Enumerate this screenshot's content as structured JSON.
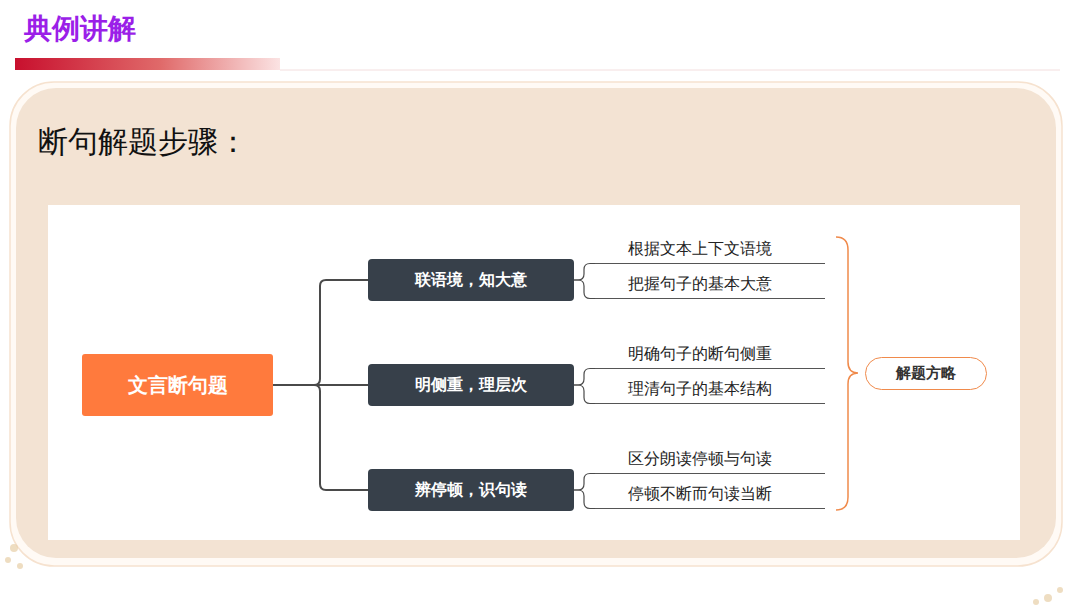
{
  "diagram": {
    "title": "典例讲解",
    "nodes": [
      {
        "text": [
          "文言断句题"
        ]
      },
      {
        "text": [
          "联语境，知大意"
        ]
      },
      {
        "text": [
          "明侧重，理层次"
        ]
      },
      {
        "text": [
          "辨停顿，识句读"
        ]
      },
      {
        "text": [
          "根据文本上下文语境"
        ]
      },
      {
        "text": [
          "把握句子的基本大意"
        ]
      },
      {
        "text": [
          "明确句子的断句侧重"
        ]
      },
      {
        "text": [
          "理清句子的基本结构"
        ]
      },
      {
        "text": [
          "区分朗读停顿与句读"
        ]
      },
      {
        "text": [
          "停顿不断而句读当断"
        ]
      },
      {
        "text": [
          "解题方略"
        ]
      }
    ],
    "edges": [
      {
        "from": 0,
        "to": 1,
        "arrow": "none"
      },
      {
        "from": 0,
        "to": 2,
        "arrow": "none"
      },
      {
        "from": 0,
        "to": 3,
        "arrow": "none"
      },
      {
        "from": 1,
        "to": 4,
        "arrow": "none"
      },
      {
        "from": 1,
        "to": 5,
        "arrow": "none"
      },
      {
        "from": 2,
        "to": 6,
        "arrow": "none"
      },
      {
        "from": 2,
        "to": 7,
        "arrow": "none"
      },
      {
        "from": 3,
        "to": 8,
        "arrow": "none"
      },
      {
        "from": 3,
        "to": 9,
        "arrow": "none"
      }
    ],
    "labels": [
      "断句解题步骤："
    ]
  }
}
